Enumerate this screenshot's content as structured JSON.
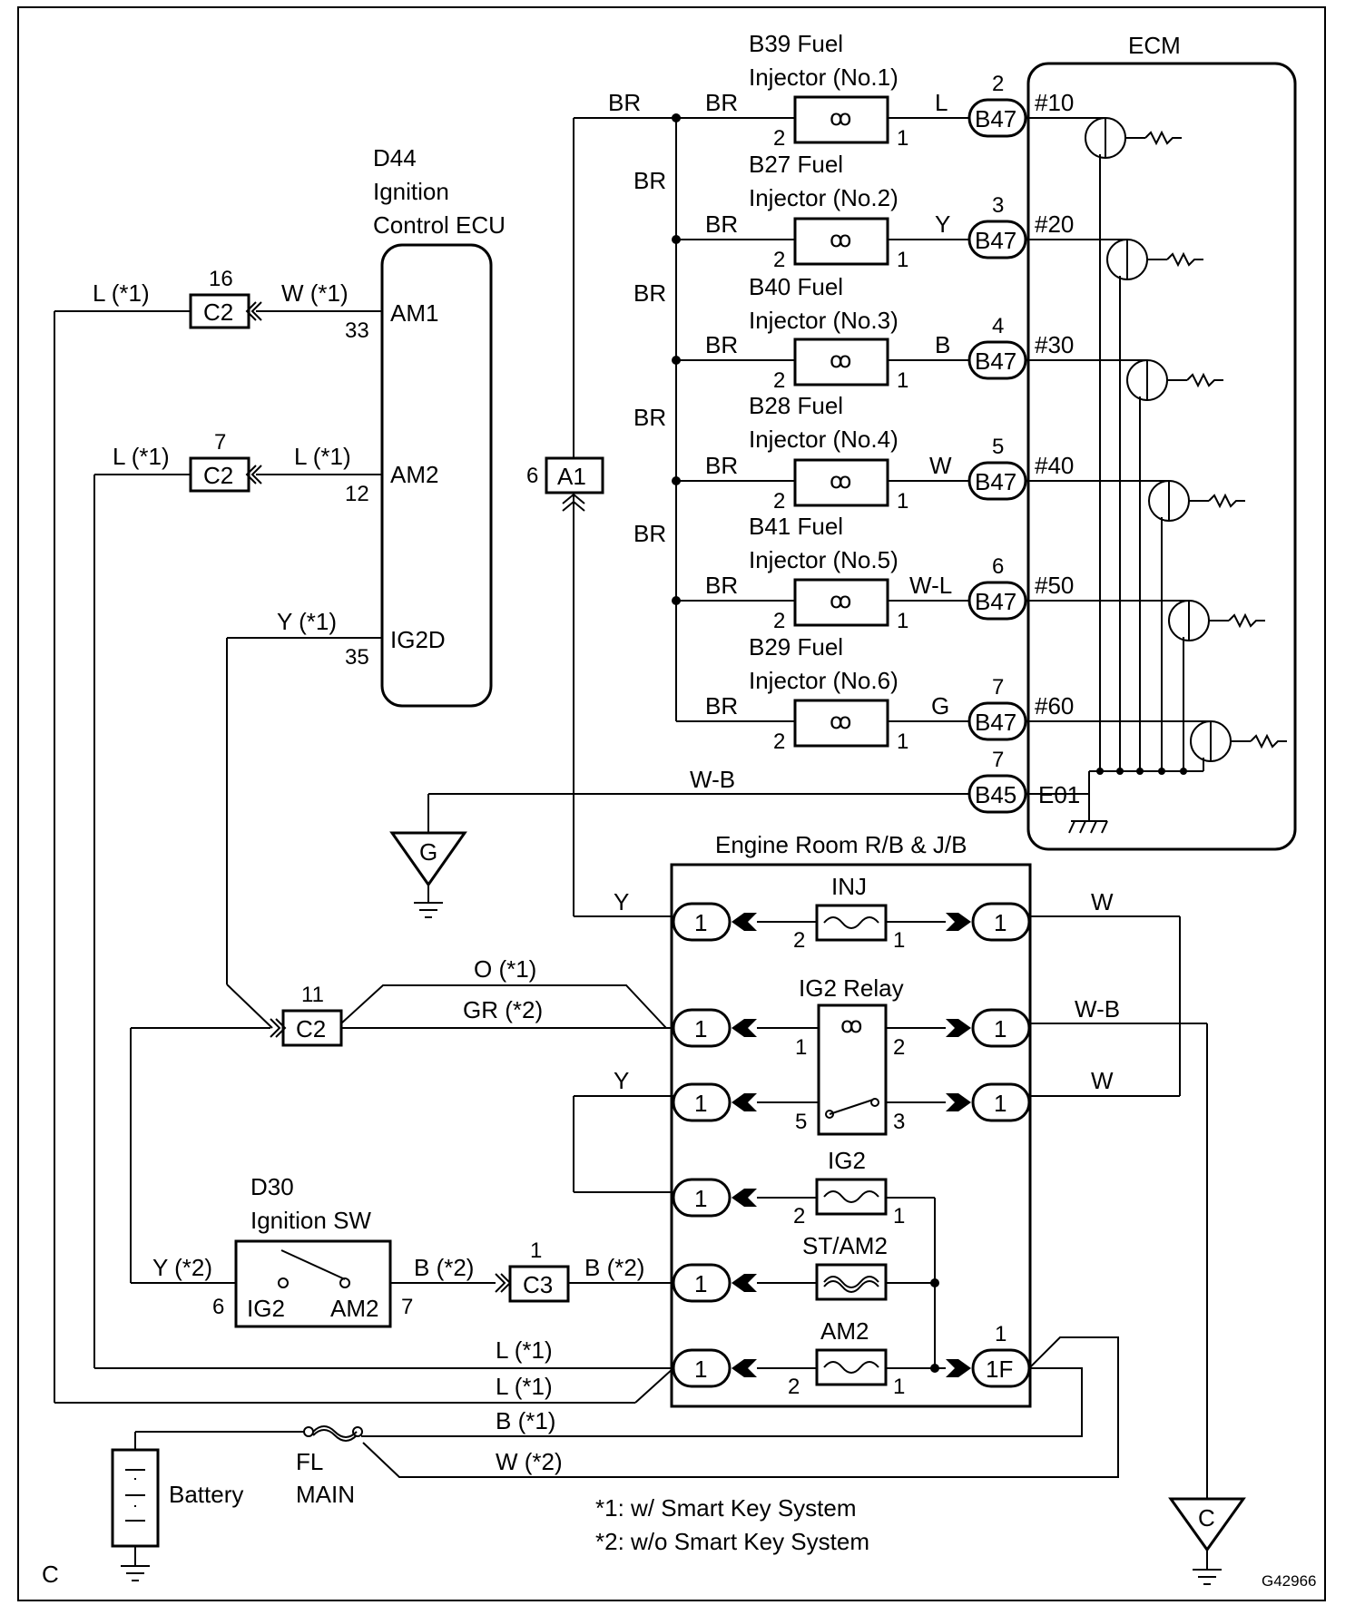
{
  "frame_letter": "C",
  "figure_code": "G42966",
  "ecm": {
    "title": "ECM",
    "pins": [
      "#10",
      "#20",
      "#30",
      "#40",
      "#50",
      "#60"
    ],
    "ground_pin": "E01"
  },
  "injectors": [
    {
      "name": "B39 Fuel",
      "sub": "Injector (No.1)",
      "in_wire": "BR",
      "out_wire": "L",
      "conn": "B47",
      "conn_pin": "2",
      "pin_in": "2",
      "pin_out": "1"
    },
    {
      "name": "B27 Fuel",
      "sub": "Injector (No.2)",
      "in_wire": "BR",
      "out_wire": "Y",
      "conn": "B47",
      "conn_pin": "3",
      "pin_in": "2",
      "pin_out": "1"
    },
    {
      "name": "B40 Fuel",
      "sub": "Injector (No.3)",
      "in_wire": "BR",
      "out_wire": "B",
      "conn": "B47",
      "conn_pin": "4",
      "pin_in": "2",
      "pin_out": "1"
    },
    {
      "name": "B28 Fuel",
      "sub": "Injector (No.4)",
      "in_wire": "BR",
      "out_wire": "W",
      "conn": "B47",
      "conn_pin": "5",
      "pin_in": "2",
      "pin_out": "1"
    },
    {
      "name": "B41 Fuel",
      "sub": "Injector (No.5)",
      "in_wire": "BR",
      "out_wire": "W-L",
      "conn": "B47",
      "conn_pin": "6",
      "pin_in": "2",
      "pin_out": "1"
    },
    {
      "name": "B29 Fuel",
      "sub": "Injector (No.6)",
      "in_wire": "BR",
      "out_wire": "G",
      "conn": "B47",
      "conn_pin": "7",
      "pin_in": "2",
      "pin_out": "1"
    }
  ],
  "bus": {
    "top_wire": "BR",
    "branch_wire": "BR"
  },
  "ground_conn": {
    "name": "B45",
    "pin": "7",
    "wire": "W-B",
    "ground_label": "G"
  },
  "a1": {
    "name": "A1",
    "pin": "6"
  },
  "ignition_ecu": {
    "line1": "D44",
    "line2": "Ignition",
    "line3": "Control ECU",
    "pins": [
      {
        "name": "AM1",
        "num": "33",
        "wire": "W (*1)",
        "conn": "C2",
        "conn_pin": "16",
        "out_wire": "L (*1)"
      },
      {
        "name": "AM2",
        "num": "12",
        "wire": "L (*1)",
        "conn": "C2",
        "conn_pin": "7",
        "out_wire": "L (*1)"
      },
      {
        "name": "IG2D",
        "num": "35",
        "wire": "Y (*1)"
      }
    ]
  },
  "c2_11": {
    "name": "C2",
    "pin": "11",
    "wire_o": "O (*1)",
    "wire_gr": "GR (*2)"
  },
  "ignition_sw": {
    "line1": "D30",
    "line2": "Ignition SW",
    "ig2": "IG2",
    "am2": "AM2",
    "pin_ig2": "6",
    "pin_am2": "7",
    "wire_ig2": "Y (*2)",
    "wire_am2": "B (*2)"
  },
  "c3": {
    "name": "C3",
    "pin": "1",
    "wire": "B (*2)"
  },
  "rb": {
    "title": "Engine Room R/B & J/B",
    "inj": {
      "label": "INJ",
      "p2": "2",
      "p1": "1",
      "left_wire": "Y",
      "right_wire": "W"
    },
    "relay": {
      "label": "IG2 Relay",
      "p1": "1",
      "p2": "2",
      "p5": "5",
      "p3": "3",
      "right_wire_top": "W-B",
      "right_wire_bot": "W",
      "left_wire_bot": "Y"
    },
    "ig2": {
      "label": "IG2",
      "p2": "2",
      "p1": "1"
    },
    "stam2": {
      "label": "ST/AM2"
    },
    "am2": {
      "label": "AM2",
      "p2": "2",
      "p1": "1"
    },
    "conn_pin": "1",
    "conn_1f": "1F",
    "conn_1f_pin": "1"
  },
  "bottom_wires": {
    "l1a": "L (*1)",
    "l1b": "L (*1)",
    "b1": "B (*1)",
    "w2": "W (*2)"
  },
  "battery": {
    "label": "Battery",
    "fuse_line1": "FL",
    "fuse_line2": "MAIN"
  },
  "ground_c": "C",
  "notes": [
    "*1: w/ Smart Key System",
    "*2: w/o Smart Key System"
  ]
}
